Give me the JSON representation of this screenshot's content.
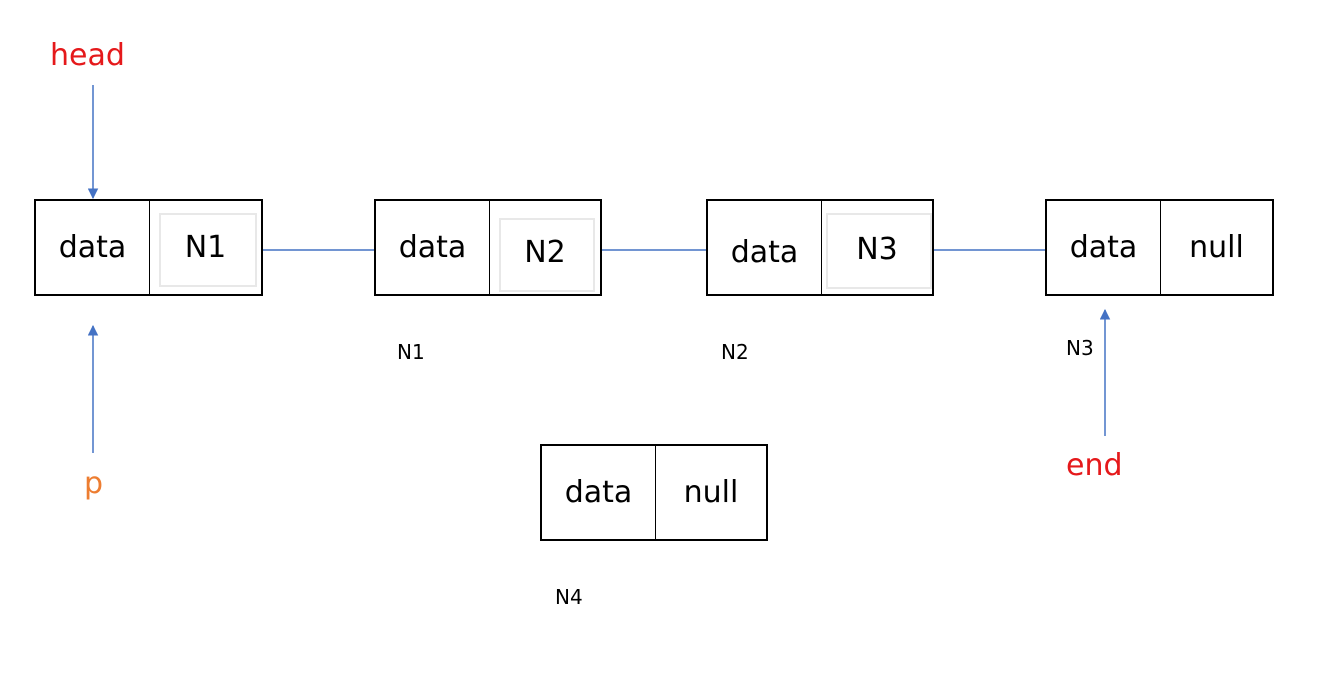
{
  "pointers": {
    "head": {
      "text": "head",
      "color": "#e5191b"
    },
    "p": {
      "text": "p",
      "color": "#ed7d31"
    },
    "end": {
      "text": "end",
      "color": "#e5191b"
    }
  },
  "arrow_color": "#4472c4",
  "nodes": [
    {
      "data": "data",
      "next": "N1",
      "label": ""
    },
    {
      "data": "data",
      "next": "N2",
      "label": "N1"
    },
    {
      "data": "data",
      "next": "N3",
      "label": "N2"
    },
    {
      "data": "data",
      "next": "null",
      "label": "N3"
    },
    {
      "data": "data",
      "next": "null",
      "label": "N4"
    }
  ]
}
